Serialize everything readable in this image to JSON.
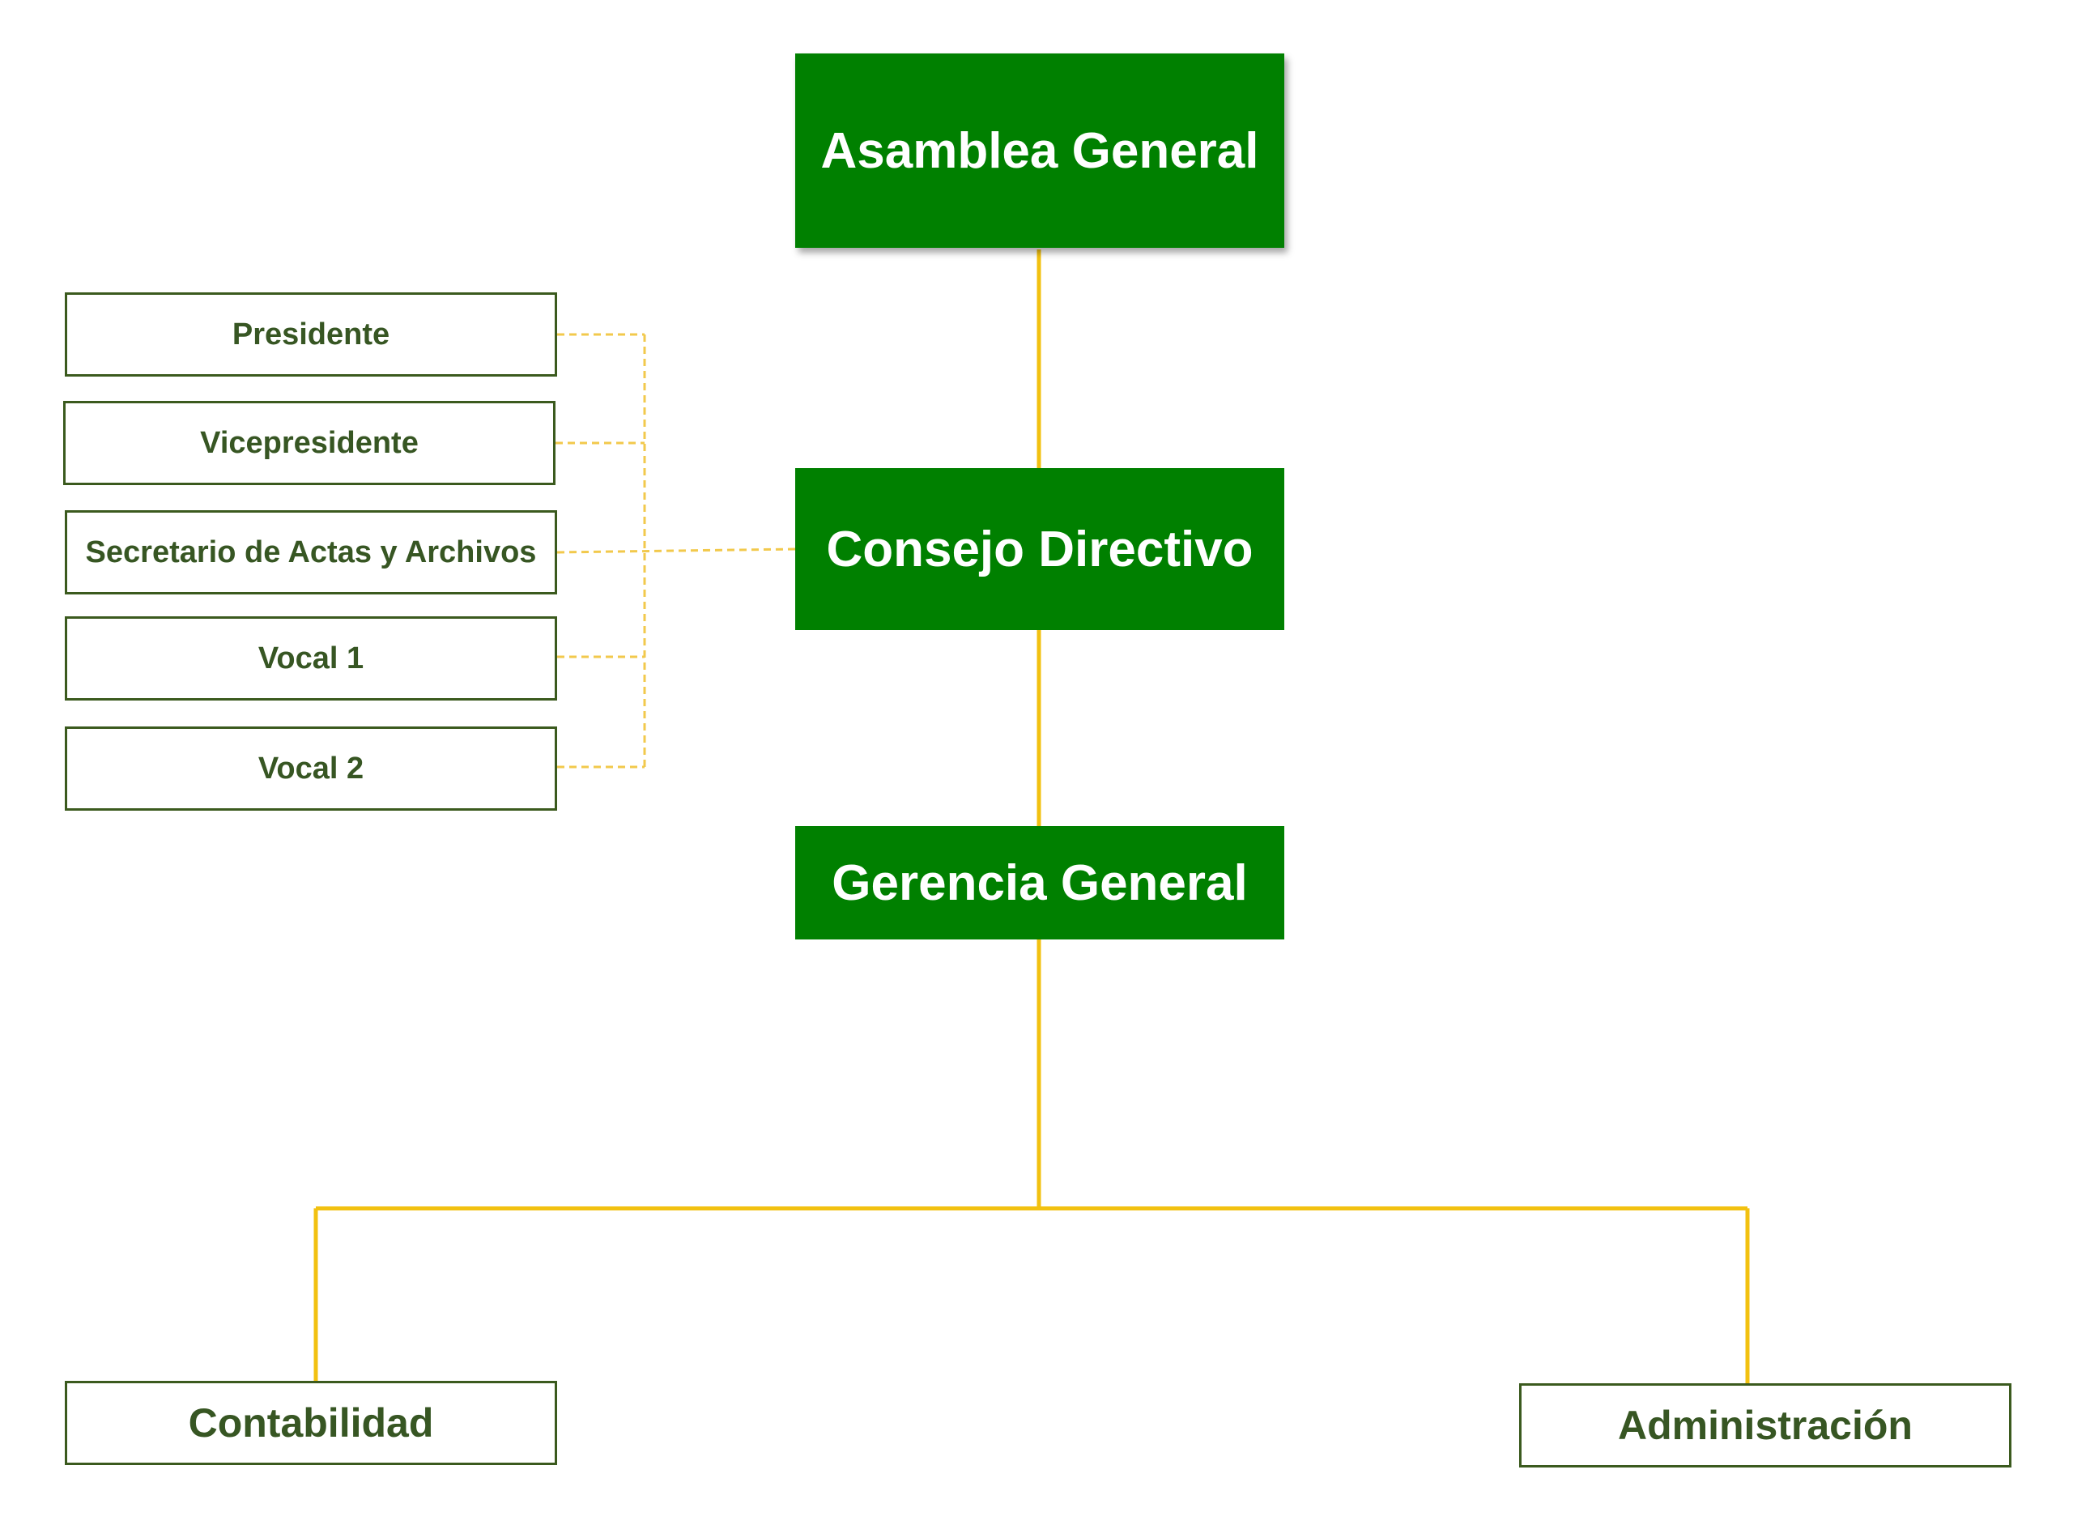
{
  "colors": {
    "main_fill": "#008000",
    "main_text": "#ffffff",
    "outline_border": "#3b5a1e",
    "outline_text": "#375623",
    "connector_solid": "#f2c110",
    "connector_dashed": "#f2c94c"
  },
  "nodes": {
    "asamblea": "Asamblea General",
    "consejo": "Consejo Directivo",
    "gerencia": "Gerencia General",
    "contabilidad": "Contabilidad",
    "administracion": "Administración"
  },
  "board_members": [
    "Presidente",
    "Vicepresidente",
    "Secretario de Actas y Archivos",
    "Vocal 1",
    "Vocal 2"
  ]
}
